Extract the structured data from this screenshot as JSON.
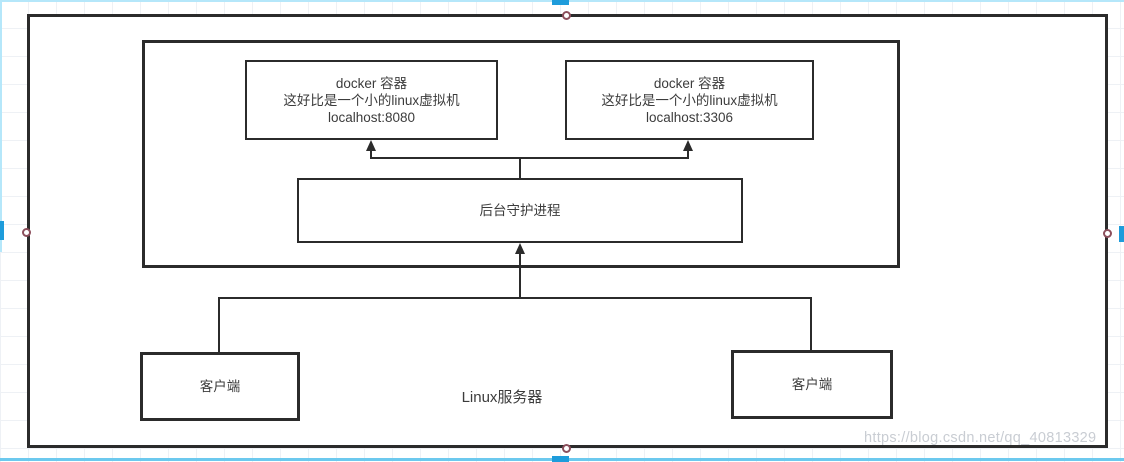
{
  "watermark": "https://blog.csdn.net/qq_40813329",
  "diagram": {
    "docker_left": {
      "title": "docker 容器",
      "desc": "这好比是一个小的linux虚拟机",
      "addr": "localhost:8080"
    },
    "docker_right": {
      "title": "docker 容器",
      "desc": "这好比是一个小的linux虚拟机",
      "addr": "localhost:3306"
    },
    "daemon": {
      "label": "后台守护进程"
    },
    "client_left": {
      "label": "客户端"
    },
    "client_right": {
      "label": "客户端"
    },
    "server_label": "Linux服务器"
  },
  "colors": {
    "stroke": "#2b2b2b",
    "text": "#3c3c3c",
    "grid": "#eef1f5",
    "scrollbar_track": "#b5e7fa",
    "scrollbar_thumb": "#1e9cdb",
    "selection_handle_stroke": "#8c4f5c",
    "watermark": "#c9cdd3"
  }
}
